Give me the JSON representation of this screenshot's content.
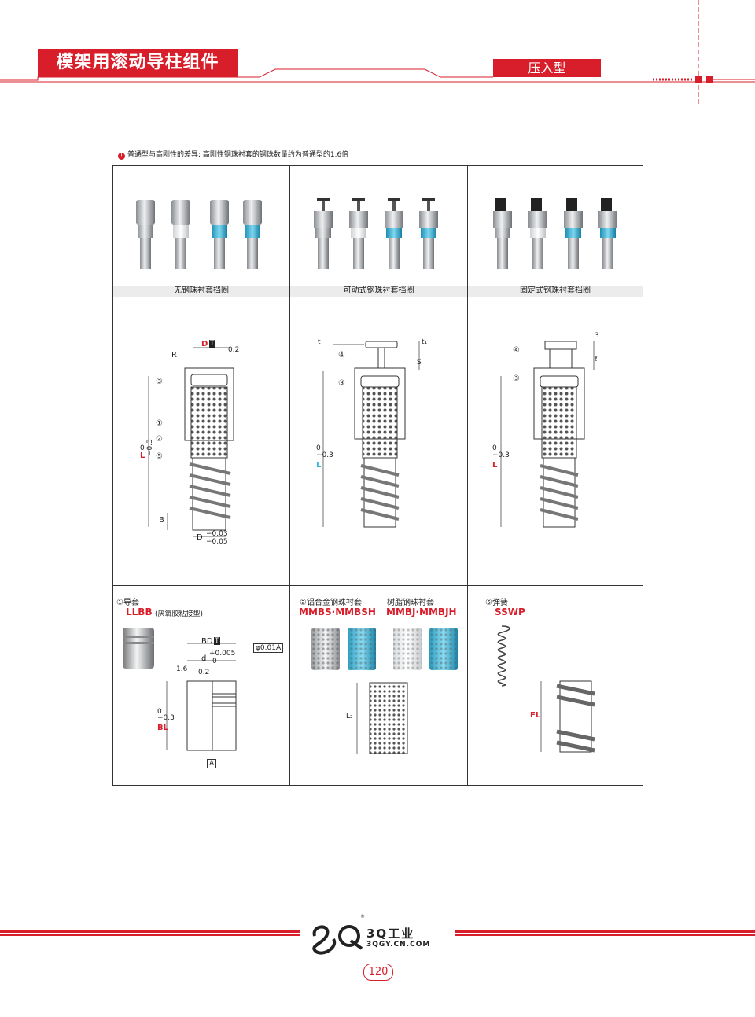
{
  "header": {
    "title": "模架用滚动导柱组件",
    "type_label": "压入型"
  },
  "note": {
    "icon": "info-icon",
    "text": "普通型与高刚性的差异: 高刚性钢珠衬套的钢珠数量约为普通型的1.6倍"
  },
  "columns": [
    {
      "caption": "无钢珠衬套挡圈"
    },
    {
      "caption": "可动式钢珠衬套挡圈"
    },
    {
      "caption": "固定式钢珠衬套挡圈"
    }
  ],
  "diagram_labels": {
    "col1": {
      "d": "D",
      "t": "T",
      "r": "R",
      "angle": "0.2",
      "c3": "③",
      "c1": "①",
      "c2": "②",
      "c5": "⑤",
      "l_tol": "0",
      "l_tol2": "−0.3",
      "l": "L",
      "b": "B",
      "d_tol1": "−0.03",
      "d_tol2": "−0.05",
      "d2": "D"
    },
    "col2": {
      "t": "t",
      "t1": "t₁",
      "s": "S",
      "c4": "④",
      "c3": "③",
      "l_tol": "0",
      "l_tol2": "−0.3",
      "l": "L"
    },
    "col3": {
      "three": "3",
      "ell": "ℓ",
      "c4": "④",
      "c3": "③",
      "l_tol": "0",
      "l_tol2": "−0.3",
      "l": "L"
    }
  },
  "parts": {
    "guide": {
      "title": "①导套",
      "code": "LLBB",
      "note": "(厌氧胶粘接型)",
      "bd": "BD",
      "t": "T",
      "d": "d",
      "d_tol1": "+0.005",
      "d_tol2": "0",
      "phi": "φ0.01",
      "a": "A",
      "r1": "1.6",
      "r2": "0.2",
      "bl_tol": "0",
      "bl_tol2": "−0.3",
      "bl": "BL",
      "a2": "A"
    },
    "bushing": {
      "title1": "②铝合金钢珠衬套",
      "title2": "树脂钢珠衬套",
      "code1": "MMBS·MMBSH",
      "code2": "MMBJ·MMBJH",
      "l2": "L₂"
    },
    "spring": {
      "title": "⑤弹簧",
      "code": "SSWP",
      "fl": "FL"
    }
  },
  "footer": {
    "brand": "3Q工业",
    "url": "3QGY.CN.COM",
    "page": "120",
    "reg": "®"
  },
  "colors": {
    "accent": "#d81e2a",
    "cyan": "#3bb4d8",
    "steel": "#b9bcc0"
  }
}
